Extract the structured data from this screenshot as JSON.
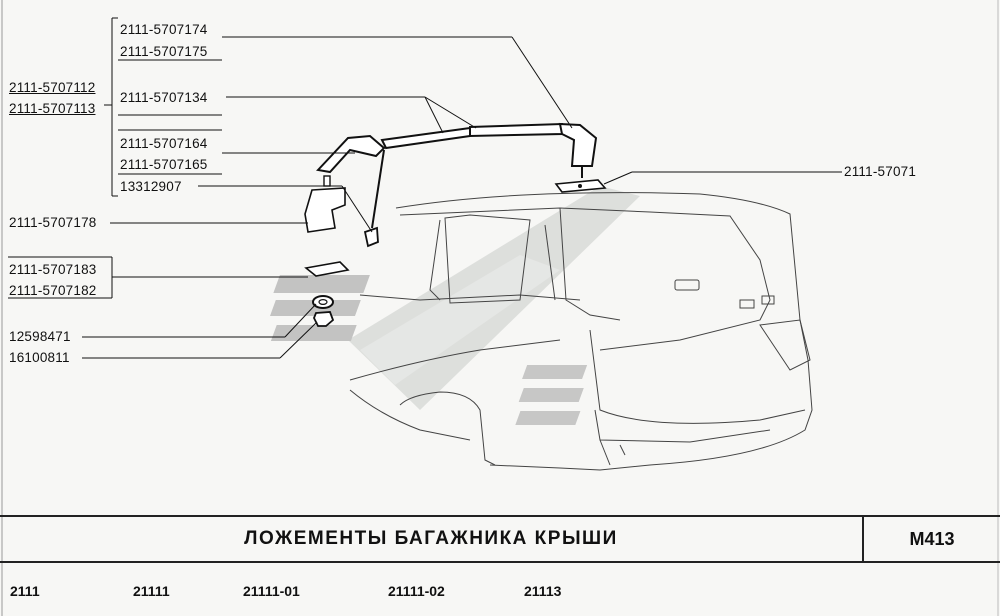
{
  "callouts": {
    "left_group": [
      "2111-5707112",
      "2111-5707113"
    ],
    "bracket_group": [
      "2111-5707174",
      "2111-5707175",
      "2111-5707134",
      "2111-5707164",
      "2111-5707165",
      "13312907"
    ],
    "single": [
      "2111-5707178",
      "2111-5707183",
      "2111-5707182",
      "12598471",
      "16100811"
    ],
    "right": "2111-57071"
  },
  "title": "ЛОЖЕМЕНТЫ   БАГАЖНИКА   КРЫШИ",
  "page_code": "М413",
  "models": [
    "2111",
    "21111",
    "21111-01",
    "21111-02",
    "21113"
  ]
}
